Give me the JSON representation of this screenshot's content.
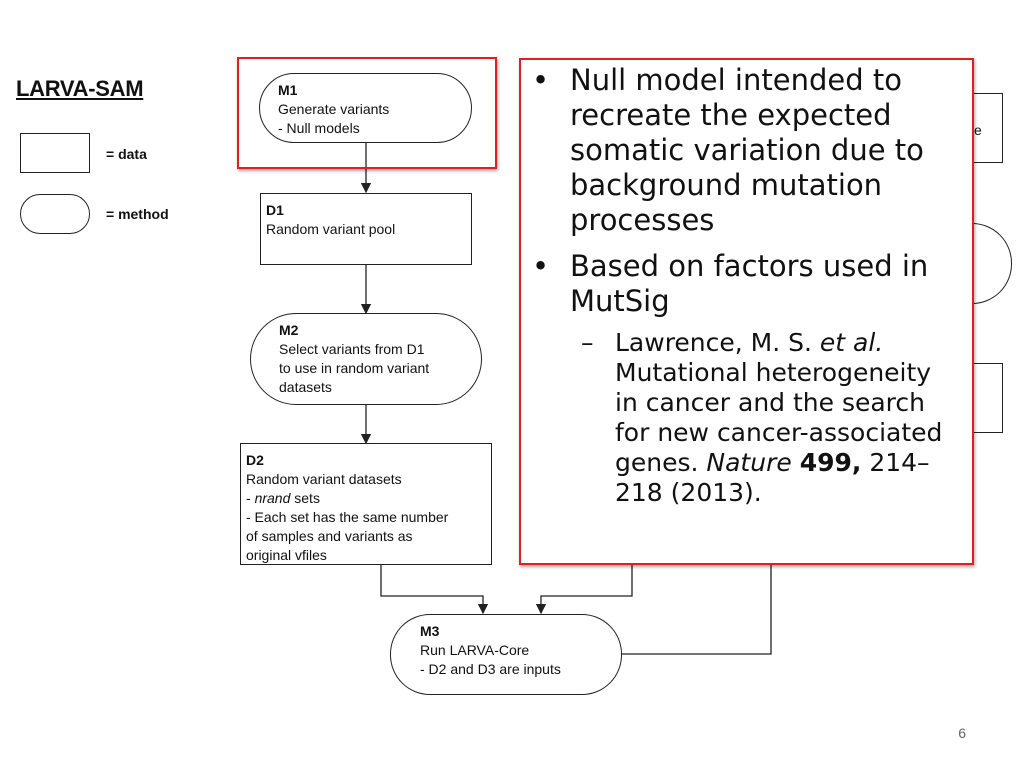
{
  "title": "LARVA-SAM",
  "legend": {
    "data_label": "= data",
    "method_label": "= method"
  },
  "nodes": {
    "m1": {
      "id": "M1",
      "lines": [
        "Generate variants",
        "- Null models"
      ]
    },
    "d1": {
      "id": "D1",
      "lines": [
        "Random variant pool"
      ]
    },
    "m2": {
      "id": "M2",
      "lines": [
        "Select variants from D1",
        "to use in random variant",
        "datasets"
      ]
    },
    "d2": {
      "id": "D2",
      "line1": "Random variant datasets",
      "line2_italic": "nrand",
      "line2_rest": " sets",
      "line3": "- Each set has the same number",
      "line4": "of samples and variants as",
      "line5": "original vfiles",
      "line2_prefix": "- "
    },
    "m3": {
      "id": "M3",
      "lines": [
        "Run LARVA-Core",
        "- D2 and D3 are inputs"
      ]
    }
  },
  "callout": {
    "bullet1": [
      "Null model intended to",
      "recreate the expected",
      "somatic variation due to",
      "background mutation",
      "processes"
    ],
    "bullet2": [
      "Based on factors used in",
      "MutSig"
    ],
    "sub": {
      "author": "Lawrence, M. S. ",
      "etal": "et al.",
      "line2": "Mutational heterogeneity",
      "line3": "in cancer and the search",
      "line4": "for new cancer-associated",
      "genes_pre": "genes. ",
      "journal": "Nature",
      "space": " ",
      "volume": "499,",
      "pages": " 214–",
      "line6": "218 (2013)."
    }
  },
  "peek_text": "e",
  "page_number": "6",
  "colors": {
    "highlight": "#e02020",
    "stroke": "#222222"
  }
}
